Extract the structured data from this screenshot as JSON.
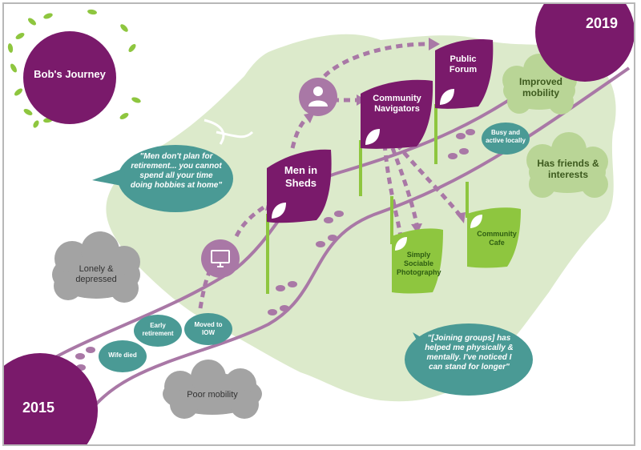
{
  "title": "Bob's Journey",
  "years": {
    "start": "2015",
    "end": "2019"
  },
  "interventions": {
    "men_in_sheds": "Men in Sheds",
    "community_navigators": "Community Navigators",
    "public_forum": "Public Forum",
    "simply_sociable_photography": "Simply Sociable Photography",
    "community_cafe": "Community Cafe"
  },
  "events": {
    "wife_died": "Wife died",
    "early_retirement": "Early retirement",
    "moved_to_iow": "Moved to IOW",
    "busy_active": "Busy and active locally"
  },
  "outcomes_negative": {
    "lonely": "Lonely & depressed",
    "poor_mobility": "Poor mobility"
  },
  "outcomes_positive": {
    "improved_mobility": "Improved mobility",
    "friends_interests": "Has friends & interests"
  },
  "quotes": {
    "q1": "\"Men don't plan for retirement... you cannot spend all your time doing hobbies at home\"",
    "q2": "\"[Joining groups] has helped me physically & mentally. I've noticed I can stand for longer\""
  },
  "icons": {
    "computer": "computer-monitor-icon",
    "person": "person-icon"
  },
  "colors": {
    "purple": "#7a1a6b",
    "light_purple": "#a978a6",
    "teal": "#4a9a95",
    "green": "#8ec63f",
    "light_green_map": "#dceacb",
    "gray_cloud": "#a3a3a3",
    "green_cloud": "#b9d596"
  }
}
